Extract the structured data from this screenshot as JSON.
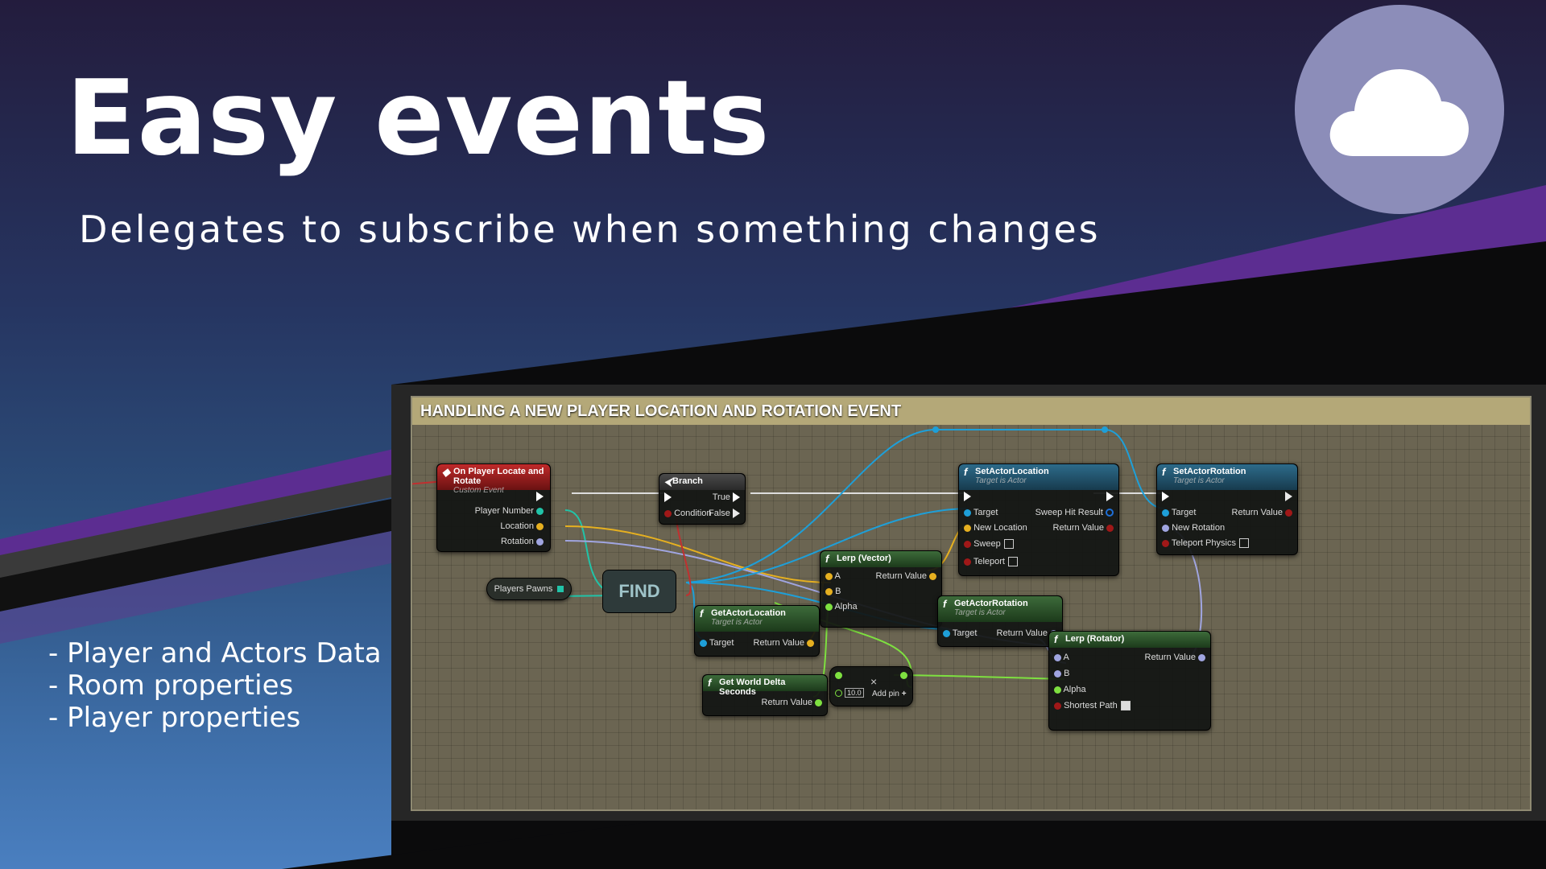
{
  "slide": {
    "title": "Easy events",
    "subtitle": "Delegates to subscribe when something changes",
    "bullets": [
      "- Player and Actors Data",
      "- Room properties",
      "- Player properties"
    ],
    "icon": "cloud-icon",
    "colors": {
      "badge": "#8c8db9",
      "accent_purple": "#5c2d91",
      "stripe_black": "#000000"
    }
  },
  "blueprint": {
    "comment": "HANDLING A NEW PLAYER LOCATION AND ROTATION EVENT",
    "event_node": {
      "title": "On Player Locate and Rotate",
      "subtitle": "Custom Event",
      "pins": [
        "Player Number",
        "Location",
        "Rotation"
      ]
    },
    "branch_node": {
      "title": "Branch",
      "condition": "Condition",
      "true": "True",
      "false": "False"
    },
    "set_location": {
      "title": "SetActorLocation",
      "subtitle": "Target is Actor",
      "target": "Target",
      "new_location": "New Location",
      "sweep": "Sweep",
      "teleport": "Teleport",
      "sweep_hit": "Sweep Hit Result",
      "return": "Return Value"
    },
    "set_rotation": {
      "title": "SetActorRotation",
      "subtitle": "Target is Actor",
      "target": "Target",
      "new_rotation": "New Rotation",
      "teleport_physics": "Teleport Physics",
      "return": "Return Value"
    },
    "lerp_vector": {
      "title": "Lerp (Vector)",
      "a": "A",
      "b": "B",
      "alpha": "Alpha",
      "return": "Return Value"
    },
    "get_location": {
      "title": "GetActorLocation",
      "subtitle": "Target is Actor",
      "target": "Target",
      "return": "Return Value"
    },
    "get_rotation": {
      "title": "GetActorRotation",
      "subtitle": "Target is Actor",
      "target": "Target",
      "return": "Return Value"
    },
    "lerp_rotator": {
      "title": "Lerp (Rotator)",
      "a": "A",
      "b": "B",
      "alpha": "Alpha",
      "shortest": "Shortest Path",
      "return": "Return Value"
    },
    "delta_seconds": {
      "title": "Get World Delta Seconds",
      "return": "Return Value"
    },
    "multiply": {
      "value": "10.0",
      "add_pin": "Add pin",
      "symbol": "×"
    },
    "players_pawns": "Players Pawns",
    "find": "FIND"
  }
}
